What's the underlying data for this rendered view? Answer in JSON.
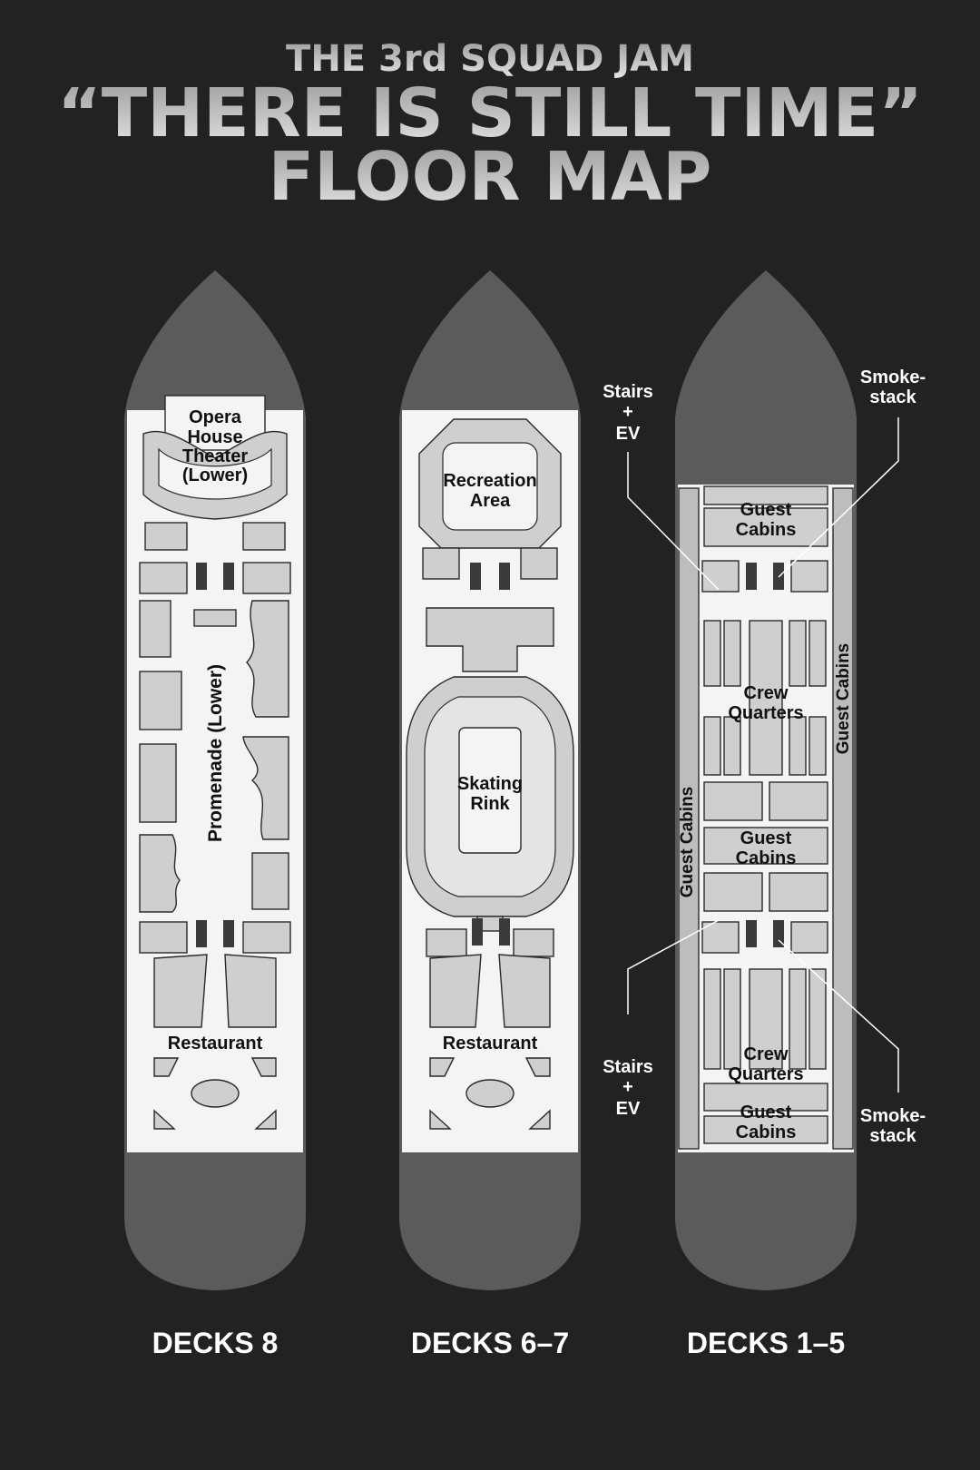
{
  "title": {
    "line1": "THE 3rd SQUAD JAM",
    "line2": "“THERE IS STILL TIME”",
    "line3": "FLOOR MAP"
  },
  "decks": [
    {
      "name": "DECKS 8",
      "rooms": {
        "opera_line1": "Opera",
        "opera_line2": "House",
        "opera_line3": "Theater",
        "opera_line4": "(Lower)",
        "promenade": "Promenade (Lower)",
        "restaurant": "Restaurant"
      }
    },
    {
      "name": "DECKS 6–7",
      "rooms": {
        "recreation_line1": "Recreation",
        "recreation_line2": "Area",
        "skating_line1": "Skating",
        "skating_line2": "Rink",
        "restaurant": "Restaurant"
      }
    },
    {
      "name": "DECKS 1–5",
      "rooms": {
        "guest_cabins_1a": "Guest",
        "guest_cabins_1b": "Cabins",
        "crew_1a": "Crew",
        "crew_1b": "Quarters",
        "guest_cabins_side_right": "Guest Cabins",
        "guest_cabins_side_left": "Guest Cabins",
        "guest_cabins_2a": "Guest",
        "guest_cabins_2b": "Cabins",
        "crew_2a": "Crew",
        "crew_2b": "Quarters",
        "guest_cabins_3a": "Guest",
        "guest_cabins_3b": "Cabins"
      },
      "callouts": {
        "stairs_top_1": "Stairs",
        "stairs_top_2": "+",
        "stairs_top_3": "EV",
        "smoke_top_1": "Smoke-",
        "smoke_top_2": "stack",
        "stairs_bottom_1": "Stairs",
        "stairs_bottom_2": "+",
        "stairs_bottom_3": "EV",
        "smoke_bottom_1": "Smoke-",
        "smoke_bottom_2": "stack"
      }
    }
  ],
  "colors": {
    "background": "#232223",
    "hull": "#5c5b5c",
    "floor": "#f4f4f4",
    "walls": "#cfcfcf",
    "title_fill": "#bdbdbd"
  }
}
